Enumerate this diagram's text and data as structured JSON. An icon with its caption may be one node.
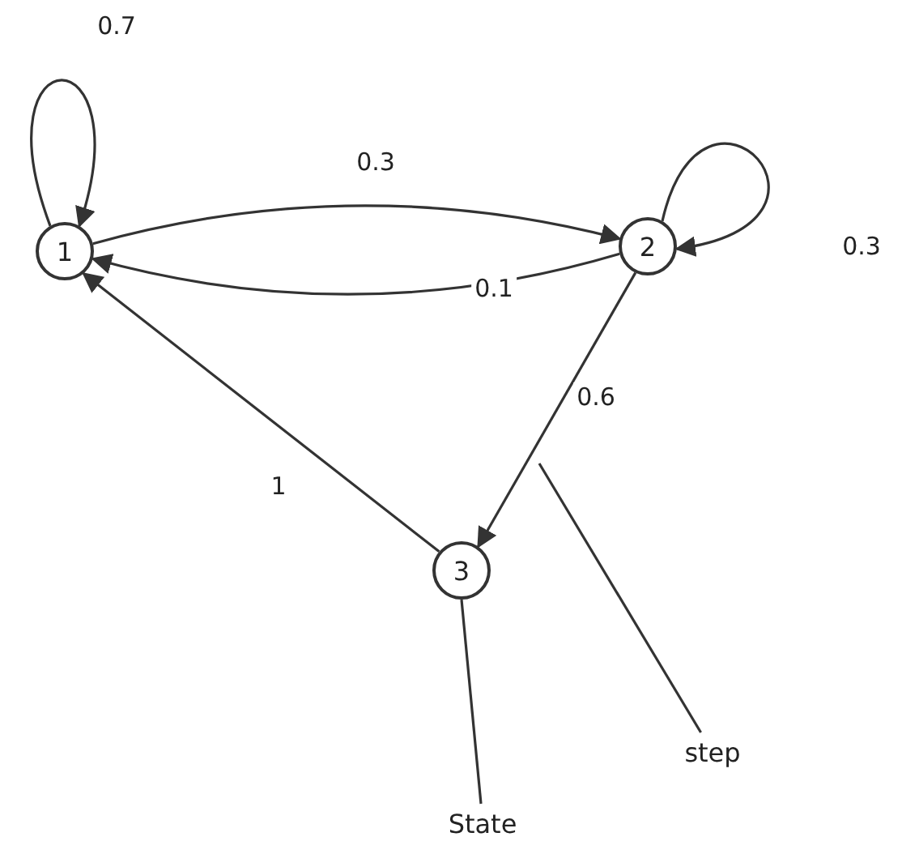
{
  "diagram": {
    "nodes": [
      {
        "text": [
          "1"
        ]
      },
      {
        "text": [
          "2"
        ]
      },
      {
        "text": [
          "3"
        ]
      },
      {
        "text": [
          "step"
        ]
      },
      {
        "text": [
          "State"
        ]
      }
    ],
    "edges": [
      {
        "from": 0,
        "to": 0,
        "arrow": "to",
        "label": "0.7"
      },
      {
        "from": 0,
        "to": 1,
        "arrow": "to",
        "label": "0.3"
      },
      {
        "from": 1,
        "to": 1,
        "arrow": "to",
        "label": "0.3"
      },
      {
        "from": 1,
        "to": 0,
        "arrow": "to",
        "label": "0.1"
      },
      {
        "from": 1,
        "to": 2,
        "arrow": "to",
        "label": "0.6"
      },
      {
        "from": 2,
        "to": 0,
        "arrow": "to",
        "label": "1"
      },
      {
        "from": 3,
        "to": null,
        "arrow": "none"
      },
      {
        "from": 4,
        "to": 2,
        "arrow": "none"
      }
    ]
  }
}
